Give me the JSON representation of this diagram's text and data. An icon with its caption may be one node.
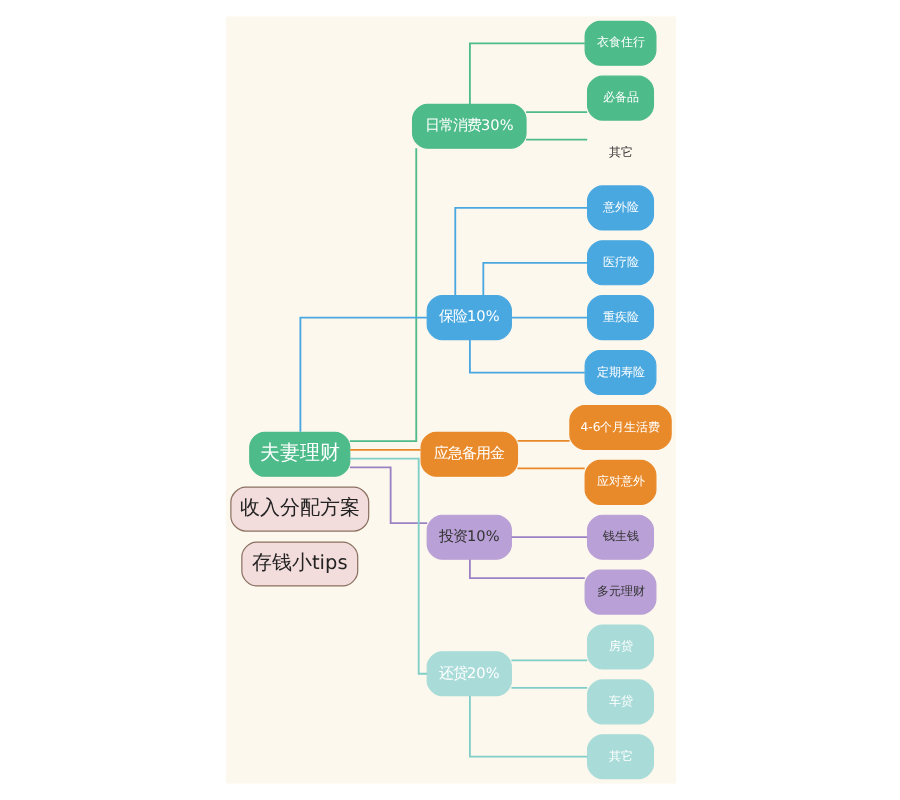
{
  "diagram": {
    "nodes": [
      {
        "text": [
          "收入分配方案"
        ]
      },
      {
        "text": [
          "存钱小tips"
        ]
      },
      {
        "text": [
          "夫妻理财"
        ]
      },
      {
        "text": [
          "日常消费30%"
        ]
      },
      {
        "text": [
          "衣食住行"
        ]
      },
      {
        "text": [
          "必备品"
        ]
      },
      {
        "text": [
          "其它"
        ]
      },
      {
        "text": [
          "保险10%"
        ]
      },
      {
        "text": [
          "意外险"
        ]
      },
      {
        "text": [
          "医疗险"
        ]
      },
      {
        "text": [
          "重疾险"
        ]
      },
      {
        "text": [
          "定期寿险"
        ]
      },
      {
        "text": [
          "应急备用金"
        ]
      },
      {
        "text": [
          "4-6个月生活费"
        ]
      },
      {
        "text": [
          "应对意外"
        ]
      },
      {
        "text": [
          "投资10%"
        ]
      },
      {
        "text": [
          "钱生钱"
        ]
      },
      {
        "text": [
          "多元理财"
        ]
      },
      {
        "text": [
          "还贷20%"
        ]
      },
      {
        "text": [
          "房贷"
        ]
      },
      {
        "text": [
          "车贷"
        ]
      },
      {
        "text": [
          "其它"
        ]
      }
    ],
    "edges": [
      {
        "from": 2,
        "to": 3,
        "arrow": "none",
        "color": "#4dbb8a"
      },
      {
        "from": 3,
        "to": 4,
        "arrow": "none",
        "color": "#4dbb8a"
      },
      {
        "from": 3,
        "to": 5,
        "arrow": "none",
        "color": "#4dbb8a"
      },
      {
        "from": 3,
        "to": 6,
        "arrow": "none",
        "color": "#4dbb8a"
      },
      {
        "from": 2,
        "to": 7,
        "arrow": "none",
        "color": "#4aa8e0"
      },
      {
        "from": 7,
        "to": 8,
        "arrow": "none",
        "color": "#4aa8e0"
      },
      {
        "from": 7,
        "to": 9,
        "arrow": "none",
        "color": "#4aa8e0"
      },
      {
        "from": 7,
        "to": 10,
        "arrow": "none",
        "color": "#4aa8e0"
      },
      {
        "from": 7,
        "to": 11,
        "arrow": "none",
        "color": "#4aa8e0"
      },
      {
        "from": 2,
        "to": 12,
        "arrow": "none",
        "color": "#e98a2a"
      },
      {
        "from": 12,
        "to": 13,
        "arrow": "none",
        "color": "#e98a2a"
      },
      {
        "from": 12,
        "to": 14,
        "arrow": "none",
        "color": "#e98a2a"
      },
      {
        "from": 2,
        "to": 15,
        "arrow": "none",
        "color": "#9b82c4"
      },
      {
        "from": 15,
        "to": 16,
        "arrow": "none",
        "color": "#9b82c4"
      },
      {
        "from": 15,
        "to": 17,
        "arrow": "none",
        "color": "#9b82c4"
      },
      {
        "from": 2,
        "to": 18,
        "arrow": "none",
        "color": "#7fcfc9"
      },
      {
        "from": 18,
        "to": 19,
        "arrow": "none",
        "color": "#7fcfc9"
      },
      {
        "from": 18,
        "to": 20,
        "arrow": "none",
        "color": "#7fcfc9"
      },
      {
        "from": 18,
        "to": 21,
        "arrow": "none",
        "color": "#7fcfc9"
      }
    ]
  }
}
